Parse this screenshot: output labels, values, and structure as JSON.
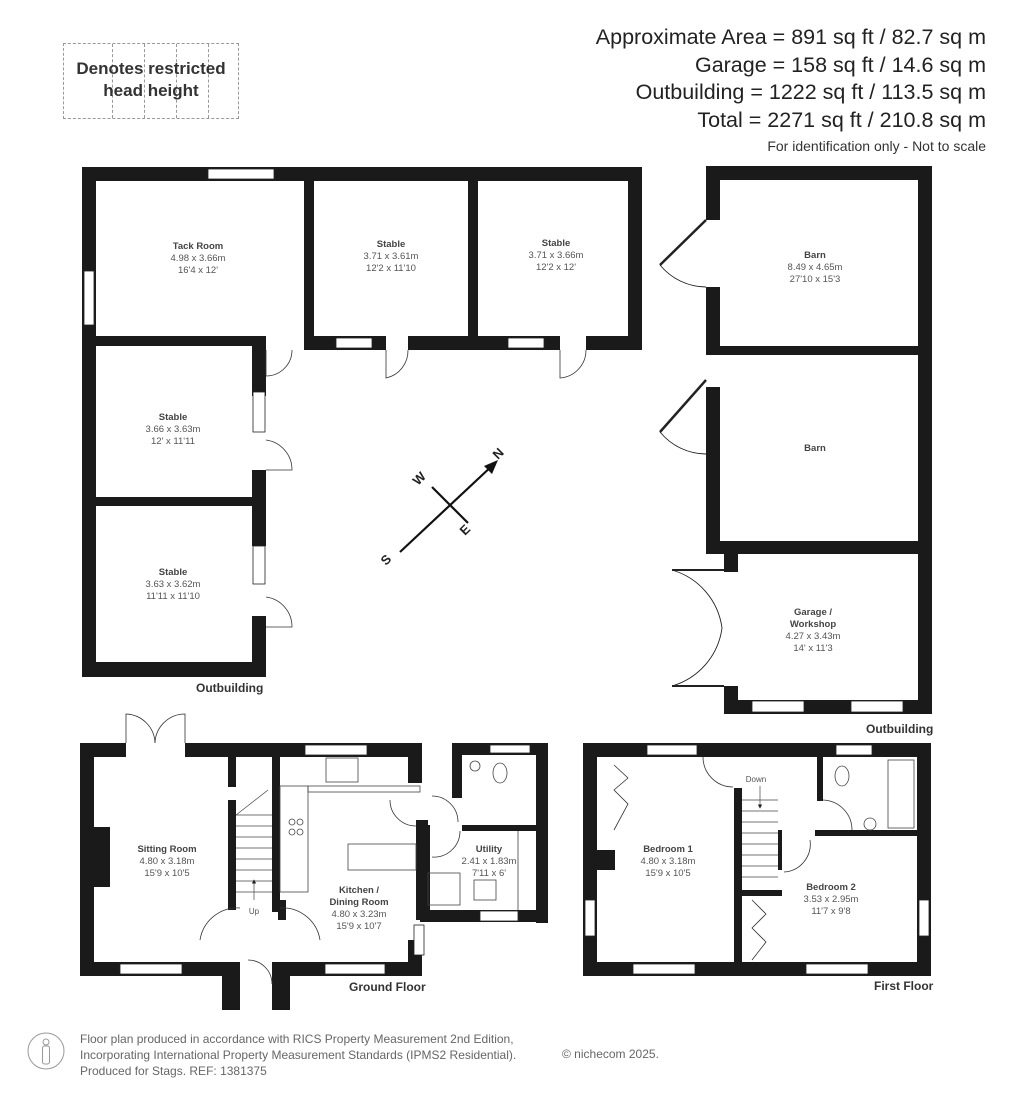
{
  "legend": {
    "label": "Denotes restricted head height"
  },
  "legend_lines": [
    "Denotes restricted",
    "head height"
  ],
  "areas": {
    "approximate": "Approximate Area = 891 sq ft / 82.7 sq m",
    "garage": "Garage = 158 sq ft / 14.6 sq m",
    "outbuilding": "Outbuilding = 1222 sq ft / 113.5 sq m",
    "total": "Total = 2271 sq ft / 210.8 sq m",
    "note": "For identification only - Not to scale"
  },
  "compass": {
    "n": "N",
    "s": "S",
    "e": "E",
    "w": "W"
  },
  "floors": {
    "outbuilding_left": "Outbuilding",
    "outbuilding_right": "Outbuilding",
    "ground": "Ground Floor",
    "first": "First Floor"
  },
  "rooms": {
    "tack_room": {
      "name": "Tack Room",
      "metric": "4.98 x 3.66m",
      "imperial": "16'4 x 12'"
    },
    "stable_1": {
      "name": "Stable",
      "metric": "3.71 x 3.61m",
      "imperial": "12'2 x 11'10"
    },
    "stable_2": {
      "name": "Stable",
      "metric": "3.71 x 3.66m",
      "imperial": "12'2 x 12'"
    },
    "stable_3": {
      "name": "Stable",
      "metric": "3.66 x 3.63m",
      "imperial": "12' x 11'11"
    },
    "stable_4": {
      "name": "Stable",
      "metric": "3.63 x 3.62m",
      "imperial": "11'11 x 11'10"
    },
    "barn_1": {
      "name": "Barn",
      "metric": "8.49 x 4.65m",
      "imperial": "27'10 x 15'3"
    },
    "barn_2": {
      "name": "Barn"
    },
    "garage": {
      "name_line1": "Garage /",
      "name_line2": "Workshop",
      "metric": "4.27 x 3.43m",
      "imperial": "14' x 11'3"
    },
    "sitting_room": {
      "name": "Sitting Room",
      "metric": "4.80 x 3.18m",
      "imperial": "15'9 x 10'5"
    },
    "kitchen": {
      "name_line1": "Kitchen /",
      "name_line2": "Dining Room",
      "metric": "4.80 x 3.23m",
      "imperial": "15'9 x 10'7"
    },
    "utility": {
      "name": "Utility",
      "metric": "2.41 x 1.83m",
      "imperial": "7'11 x 6'"
    },
    "bedroom_1": {
      "name": "Bedroom 1",
      "metric": "4.80 x 3.18m",
      "imperial": "15'9 x 10'5"
    },
    "bedroom_2": {
      "name": "Bedroom 2",
      "metric": "3.53 x 2.95m",
      "imperial": "11'7 x 9'8"
    }
  },
  "stairs": {
    "up": "Up",
    "down": "Down"
  },
  "footer": {
    "line1": "Floor plan produced in accordance with RICS Property Measurement 2nd Edition,",
    "line2": "Incorporating International Property Measurement Standards (IPMS2 Residential).",
    "line3": "Produced for Stags.   REF: 1381375",
    "copyright": "© nichecom 2025."
  },
  "colors": {
    "wall": "#1a1a1a",
    "text": "#333333",
    "muted": "#666666"
  }
}
